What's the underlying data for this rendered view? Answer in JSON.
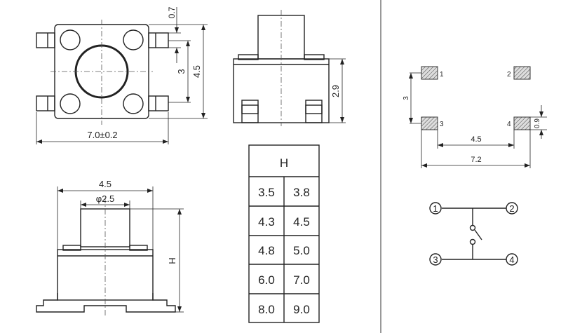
{
  "top_view": {
    "width_dim": "7.0±0.2",
    "height_dim": "4.5",
    "pitch_dim": "3",
    "tab_dim": "0.7"
  },
  "side_view": {
    "height_dim": "2.9"
  },
  "front_view": {
    "width_dim": "4.5",
    "plunger_dim": "φ2.5",
    "height_label": "H"
  },
  "height_table": {
    "header": "H",
    "rows": [
      [
        "3.5",
        "3.8"
      ],
      [
        "4.3",
        "4.5"
      ],
      [
        "4.8",
        "5.0"
      ],
      [
        "6.0",
        "7.0"
      ],
      [
        "8.0",
        "9.0"
      ]
    ]
  },
  "pad_layout": {
    "pads": [
      "1",
      "2",
      "3",
      "4"
    ],
    "pitch_dim": "3",
    "inner_dim": "4.5",
    "outer_dim": "7.2",
    "pad_dim": "0.9"
  },
  "schematic": {
    "terminals": [
      "1",
      "2",
      "3",
      "4"
    ]
  }
}
